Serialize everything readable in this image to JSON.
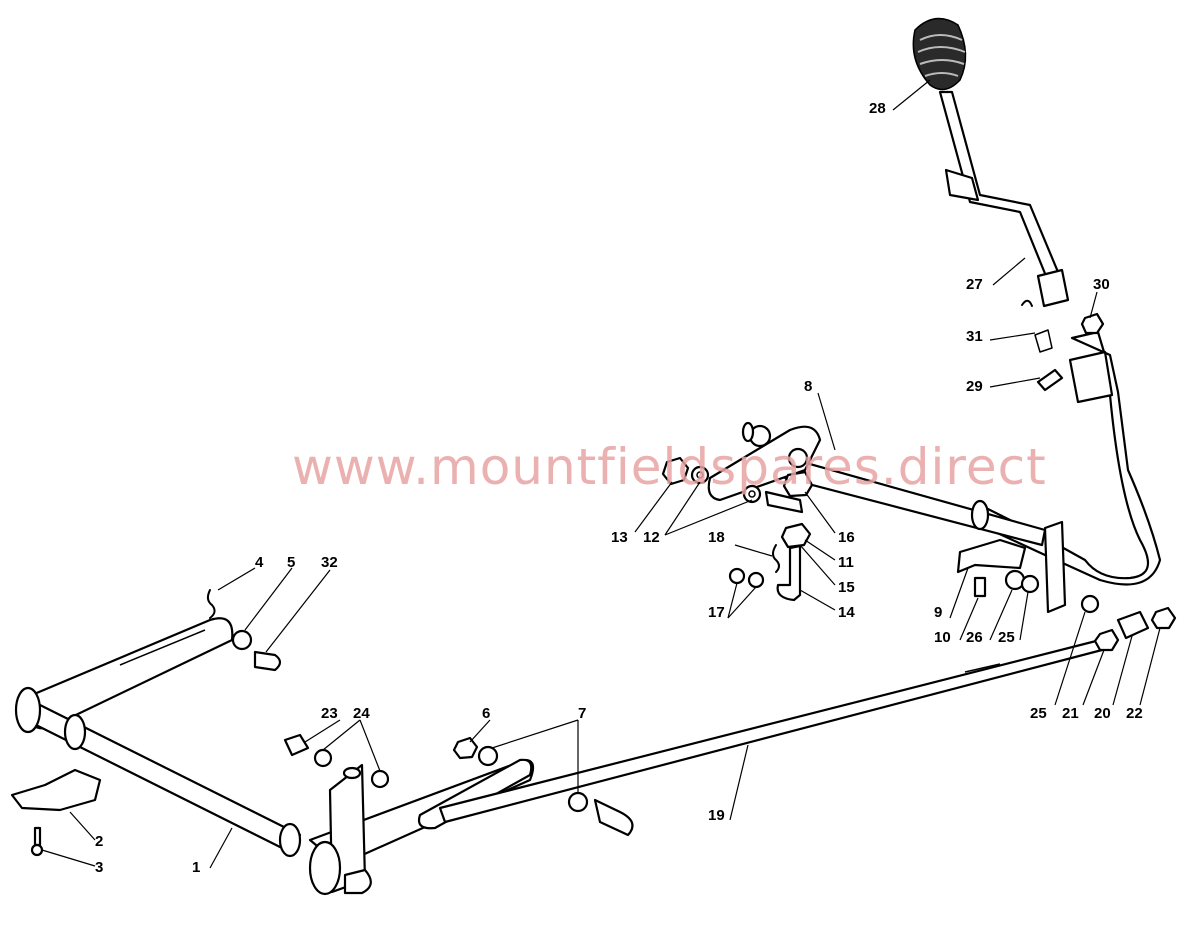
{
  "watermark": "www.mountfieldspares.direct",
  "watermark_color": "#e8a3a3",
  "callouts": {
    "c1": "1",
    "c2": "2",
    "c3": "3",
    "c4": "4",
    "c5": "5",
    "c6": "6",
    "c7": "7",
    "c8": "8",
    "c9": "9",
    "c10": "10",
    "c11": "11",
    "c12": "12",
    "c13": "13",
    "c14": "14",
    "c15": "15",
    "c16": "16",
    "c17": "17",
    "c18": "18",
    "c19": "19",
    "c20": "20",
    "c21": "21",
    "c22": "22",
    "c23": "23",
    "c24": "24",
    "c25a": "25",
    "c25b": "25",
    "c26": "26",
    "c27": "27",
    "c28": "28",
    "c29": "29",
    "c30": "30",
    "c31": "31",
    "c32": "32"
  }
}
